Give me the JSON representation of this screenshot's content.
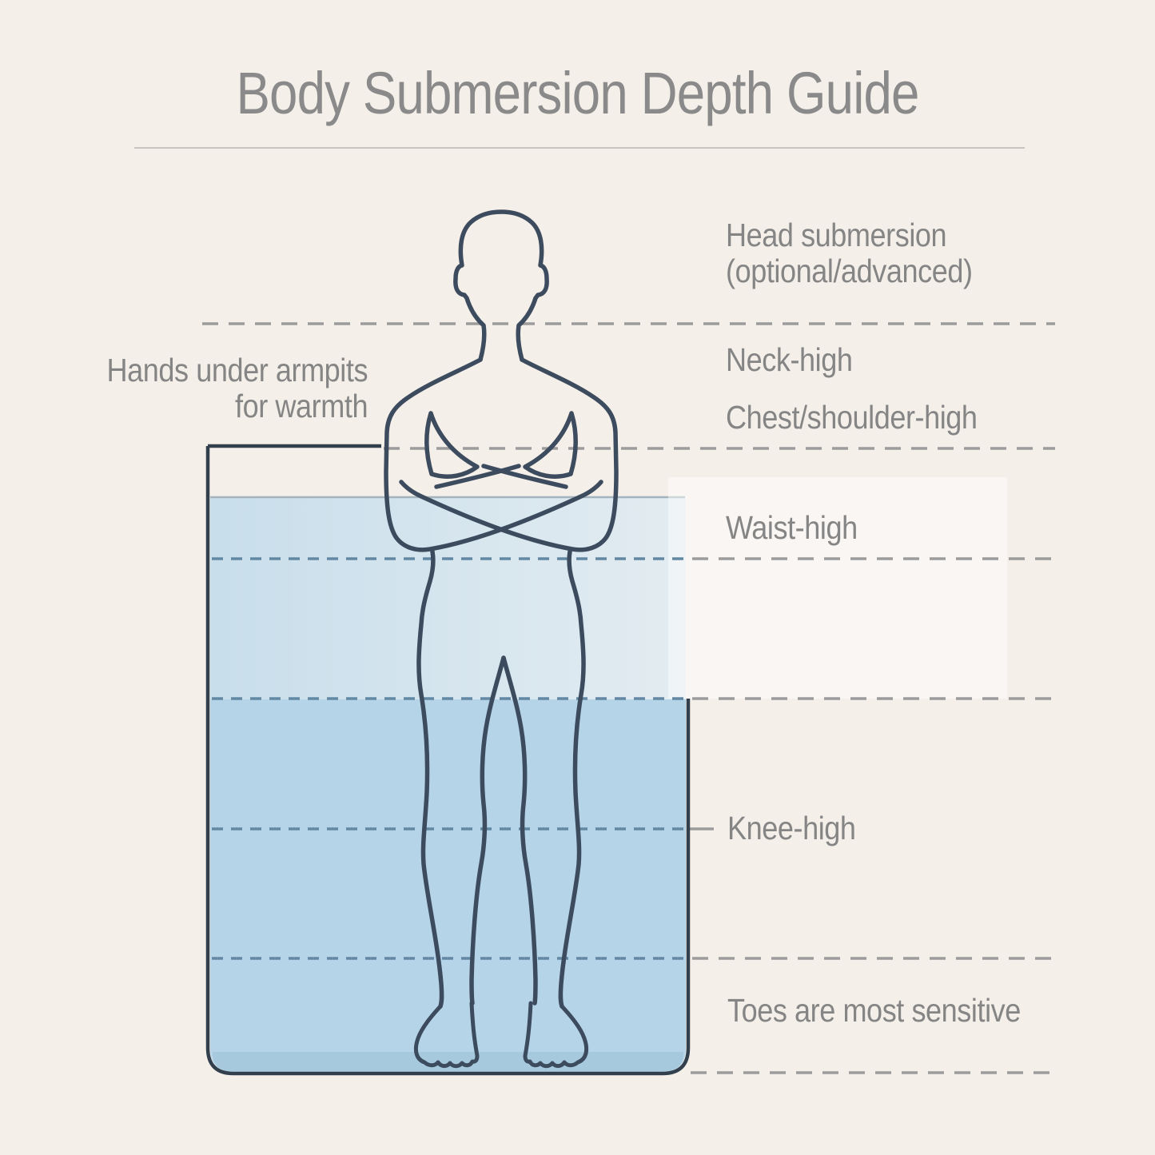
{
  "title": "Body Submersion Depth Guide",
  "labels": {
    "head1": "Head submersion",
    "head2": "(optional/advanced)",
    "neck": "Neck-high",
    "chest": "Chest/shoulder-high",
    "waist": "Waist-high",
    "knee": "Knee-high",
    "toes": "Toes are most sensitive",
    "hands1": "Hands under armpits",
    "hands2": "for warmth"
  },
  "depth_levels": [
    "Head submersion (optional/advanced)",
    "Neck-high",
    "Chest/shoulder-high",
    "Waist-high",
    "Knee-high",
    "Toes are most sensitive"
  ],
  "figure_description": "person standing in ice bath with arms crossed, hands tucked under armpits",
  "colors": {
    "bg": "#f4efe9",
    "title": "#8a8a8a",
    "text": "#858585",
    "divider": "#c9c4bf",
    "outline": "#3d4b5e",
    "tub": "#32404e",
    "water-upper-l": "#c8deeb",
    "water-upper-r": "#e3ecf1",
    "water-lower": "#b6d4e8",
    "floor": "#a6c9dd",
    "surface": "#a3b4be",
    "dash-grey": "#9c9c9c",
    "dash-blue": "#6288a4"
  }
}
